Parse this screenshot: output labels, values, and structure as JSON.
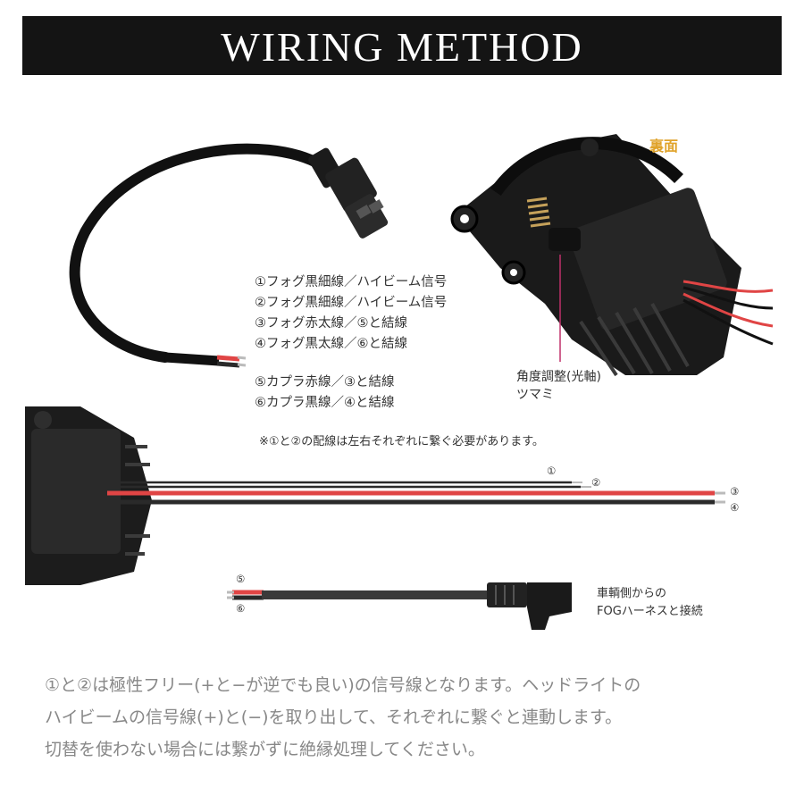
{
  "header": {
    "title": "WIRING METHOD"
  },
  "legend": {
    "items": [
      "①フォグ黒細線／ハイビーム信号",
      "②フォグ黒細線／ハイビーム信号",
      "③フォグ赤太線／⑤と結線",
      "④フォグ黒太線／⑥と結線",
      "⑤カプラ赤線／③と結線",
      "⑥カプラ黒線／④と結線"
    ],
    "note": "※①と②の配線は左右それぞれに繋ぐ必要があります。"
  },
  "lamp_back": {
    "label": "裏面",
    "knob_label_line1": "角度調整(光軸)",
    "knob_label_line2": "ツマミ"
  },
  "wire_numbers": {
    "n1": "①",
    "n2": "②",
    "n3": "③",
    "n4": "④",
    "n5": "⑤",
    "n6": "⑥"
  },
  "vehicle_connection": {
    "line1": "車輌側からの",
    "line2": "FOGハーネスと接続"
  },
  "description": {
    "lines": [
      "①と②は極性フリー(+と−が逆でも良い)の信号線となります。ヘッドライトの",
      "ハイビームの信号線(+)と(−)を取り出して、それぞれに繋ぐと連動します。",
      "切替を使わない場合には繋がずに絶縁処理してください。"
    ]
  },
  "colors": {
    "banner": "#141414",
    "wire_red": "#e04545",
    "wire_black": "#2a2a2a",
    "accent": "#e0a32a"
  }
}
